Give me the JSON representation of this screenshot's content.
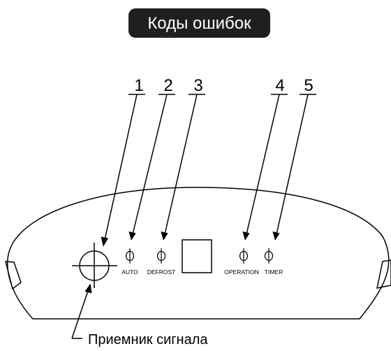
{
  "title": "Коды ошибок",
  "callouts": [
    {
      "number": "1"
    },
    {
      "number": "2"
    },
    {
      "number": "3"
    },
    {
      "number": "4"
    },
    {
      "number": "5"
    }
  ],
  "panel_labels": {
    "auto": "AUTO",
    "defrost": "DEFROST",
    "operation": "OPERATION",
    "timer": "TIMER"
  },
  "receiver_caption": "Приемник сигнала"
}
